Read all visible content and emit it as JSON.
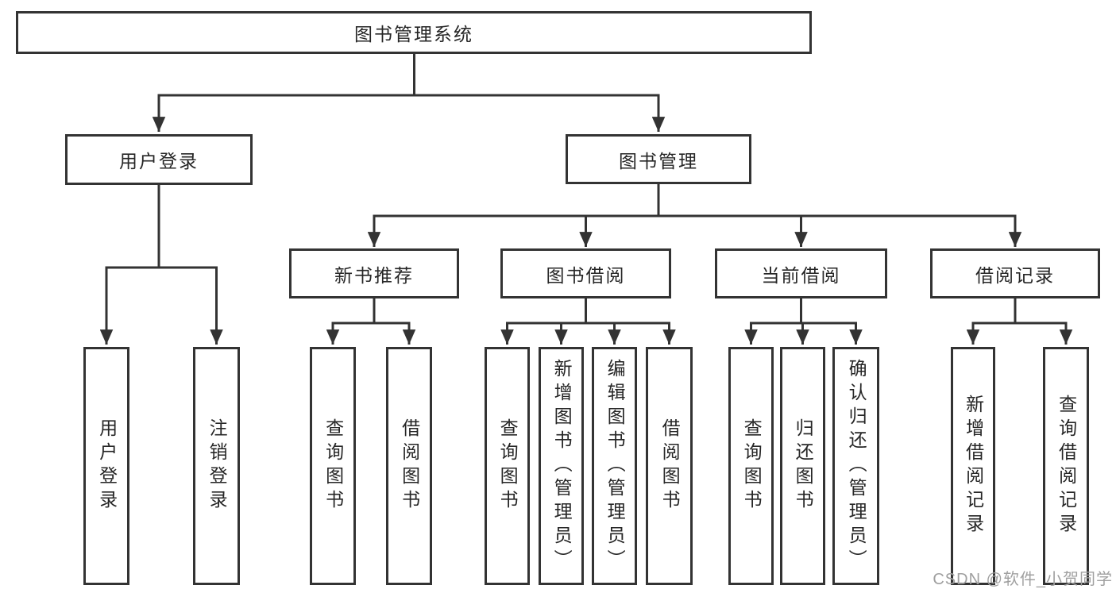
{
  "diagram_title": "图书管理系统",
  "colors": {
    "line": "#333333",
    "box_border": "#333333",
    "text": "#262626",
    "background": "#ffffff",
    "watermark": "#a0a0a0"
  },
  "tree": {
    "label": "图书管理系统",
    "children": [
      {
        "label": "用户登录",
        "children": [
          {
            "label": "用户登录"
          },
          {
            "label": "注销登录"
          }
        ]
      },
      {
        "label": "图书管理",
        "children": [
          {
            "label": "新书推荐",
            "children": [
              {
                "label": "查询图书"
              },
              {
                "label": "借阅图书"
              }
            ]
          },
          {
            "label": "图书借阅",
            "children": [
              {
                "label": "查询图书"
              },
              {
                "label": "新增图书（管理员）"
              },
              {
                "label": "编辑图书（管理员）"
              },
              {
                "label": "借阅图书"
              }
            ]
          },
          {
            "label": "当前借阅",
            "children": [
              {
                "label": "查询图书"
              },
              {
                "label": "归还图书"
              },
              {
                "label": "确认归还（管理员）"
              }
            ]
          },
          {
            "label": "借阅记录",
            "children": [
              {
                "label": "新增借阅记录"
              },
              {
                "label": "查询借阅记录"
              }
            ]
          }
        ]
      }
    ]
  },
  "watermark": "CSDN @软件_小贺同学"
}
